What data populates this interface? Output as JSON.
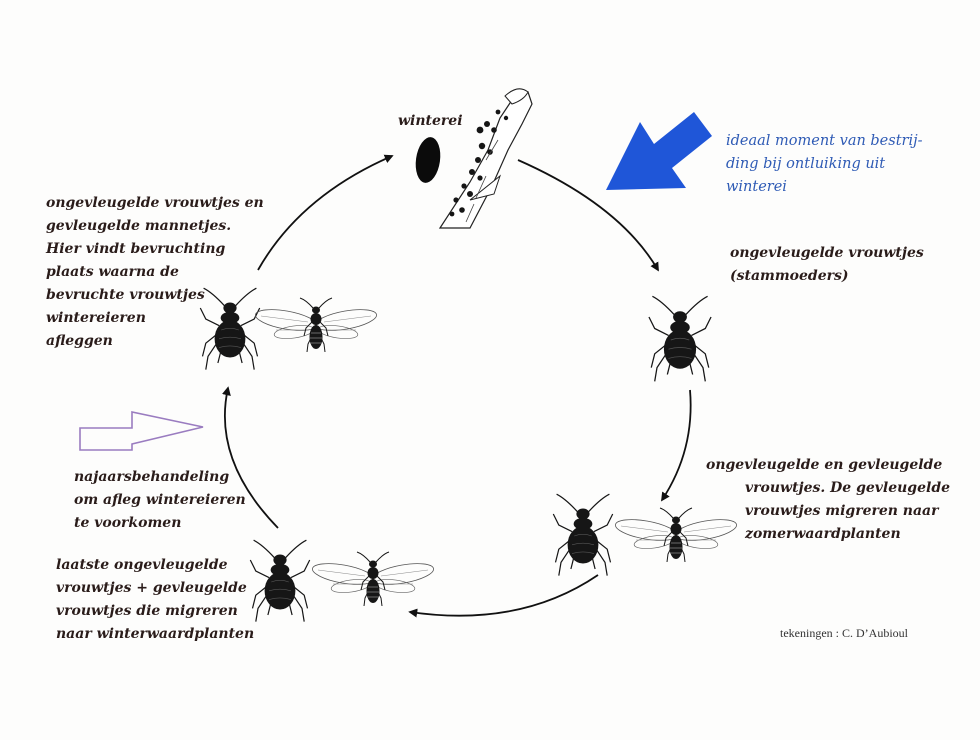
{
  "labels": {
    "winterei": "winterei",
    "ideaal_moment": "ideaal moment van bestrij-\nding bij ontluiking uit\nwinterei",
    "stammoeders": "ongevleugelde vrouwtjes\n(stammoeders)",
    "migreren_zomer": "ongevleugelde en gevleugelde\n        vrouwtjes. De gevleugelde\n        vrouwtjes migreren naar\n        zomerwaardplanten",
    "laatste": "laatste ongevleugelde\nvrouwtjes + gevleugelde\nvrouwtjes die migreren\nnaar winterwaardplanten",
    "najaarsbehandeling": "najaarsbehandeling\nom afleg wintereieren\nte voorkomen",
    "bevruchting": "ongevleugelde vrouwtjes en\ngevleugelde mannetjes.\nHier vindt bevruchting\nplaats waarna de\nbevruchte vrouwtjes\nwintereieren\nafleggen",
    "credit": "tekeningen : C. D’Aubioul"
  },
  "colors": {
    "text": "#2a1c1a",
    "blue_text": "#2f5bb5",
    "blue_arrow": "#1f56d8",
    "purple_arrow": "#9a7cc0",
    "insect": "#161616",
    "cycle_arrow": "#111111"
  }
}
